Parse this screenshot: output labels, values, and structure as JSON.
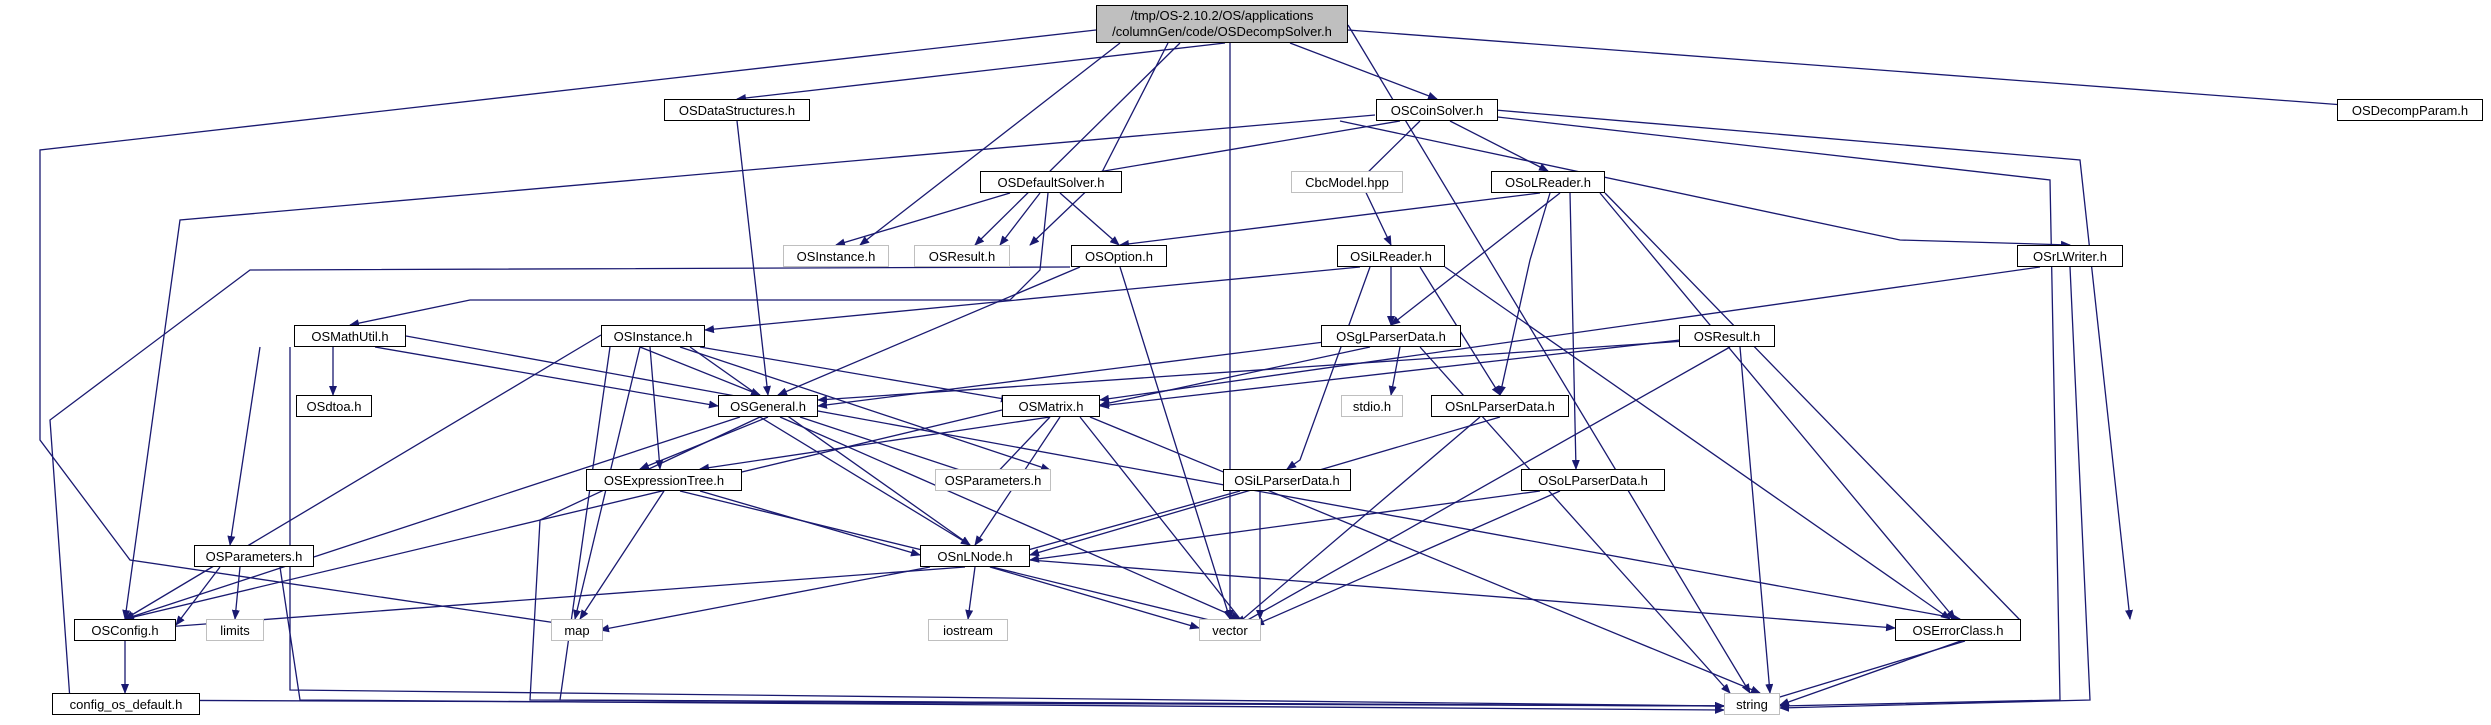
{
  "colors": {
    "edge": "#191970",
    "external_border": "#bfbfbf",
    "root_fill": "#bfbfbf",
    "node_border": "#000000"
  },
  "nodes": {
    "root": {
      "line1": "/tmp/OS-2.10.2/OS/applications",
      "line2": "/columnGen/code/OSDecompSolver.h"
    },
    "osdatastructures": "OSDataStructures.h",
    "oscoinsolver": "OSCoinSolver.h",
    "osdecompparam": "OSDecompParam.h",
    "osdefaultsolver": "OSDefaultSolver.h",
    "cbcmodel": "CbcModel.hpp",
    "osolreader": "OSoLReader.h",
    "osinstance_ext": "OSInstance.h",
    "osresult_ext": "OSResult.h",
    "osoption": "OSOption.h",
    "osilreader": "OSiLReader.h",
    "osrlwriter": "OSrLWriter.h",
    "osmathutil": "OSMathUtil.h",
    "osinstance": "OSInstance.h",
    "osglparserdata": "OSgLParserData.h",
    "osresult": "OSResult.h",
    "osdtoa": "OSdtoa.h",
    "osgeneral": "OSGeneral.h",
    "osmatrix": "OSMatrix.h",
    "stdio": "stdio.h",
    "osnlparserdata": "OSnLParserData.h",
    "osparameters_ext": "OSParameters.h",
    "osexpressiontree": "OSExpressionTree.h",
    "osilparserdata": "OSiLParserData.h",
    "osolparserdata": "OSoLParserData.h",
    "osparameters": "OSParameters.h",
    "osnlnode": "OSnLNode.h",
    "osconfig": "OSConfig.h",
    "limits": "limits",
    "map": "map",
    "iostream": "iostream",
    "vector": "vector",
    "oserrorclass": "OSErrorClass.h",
    "config_os_default": "config_os_default.h",
    "string": "string"
  }
}
